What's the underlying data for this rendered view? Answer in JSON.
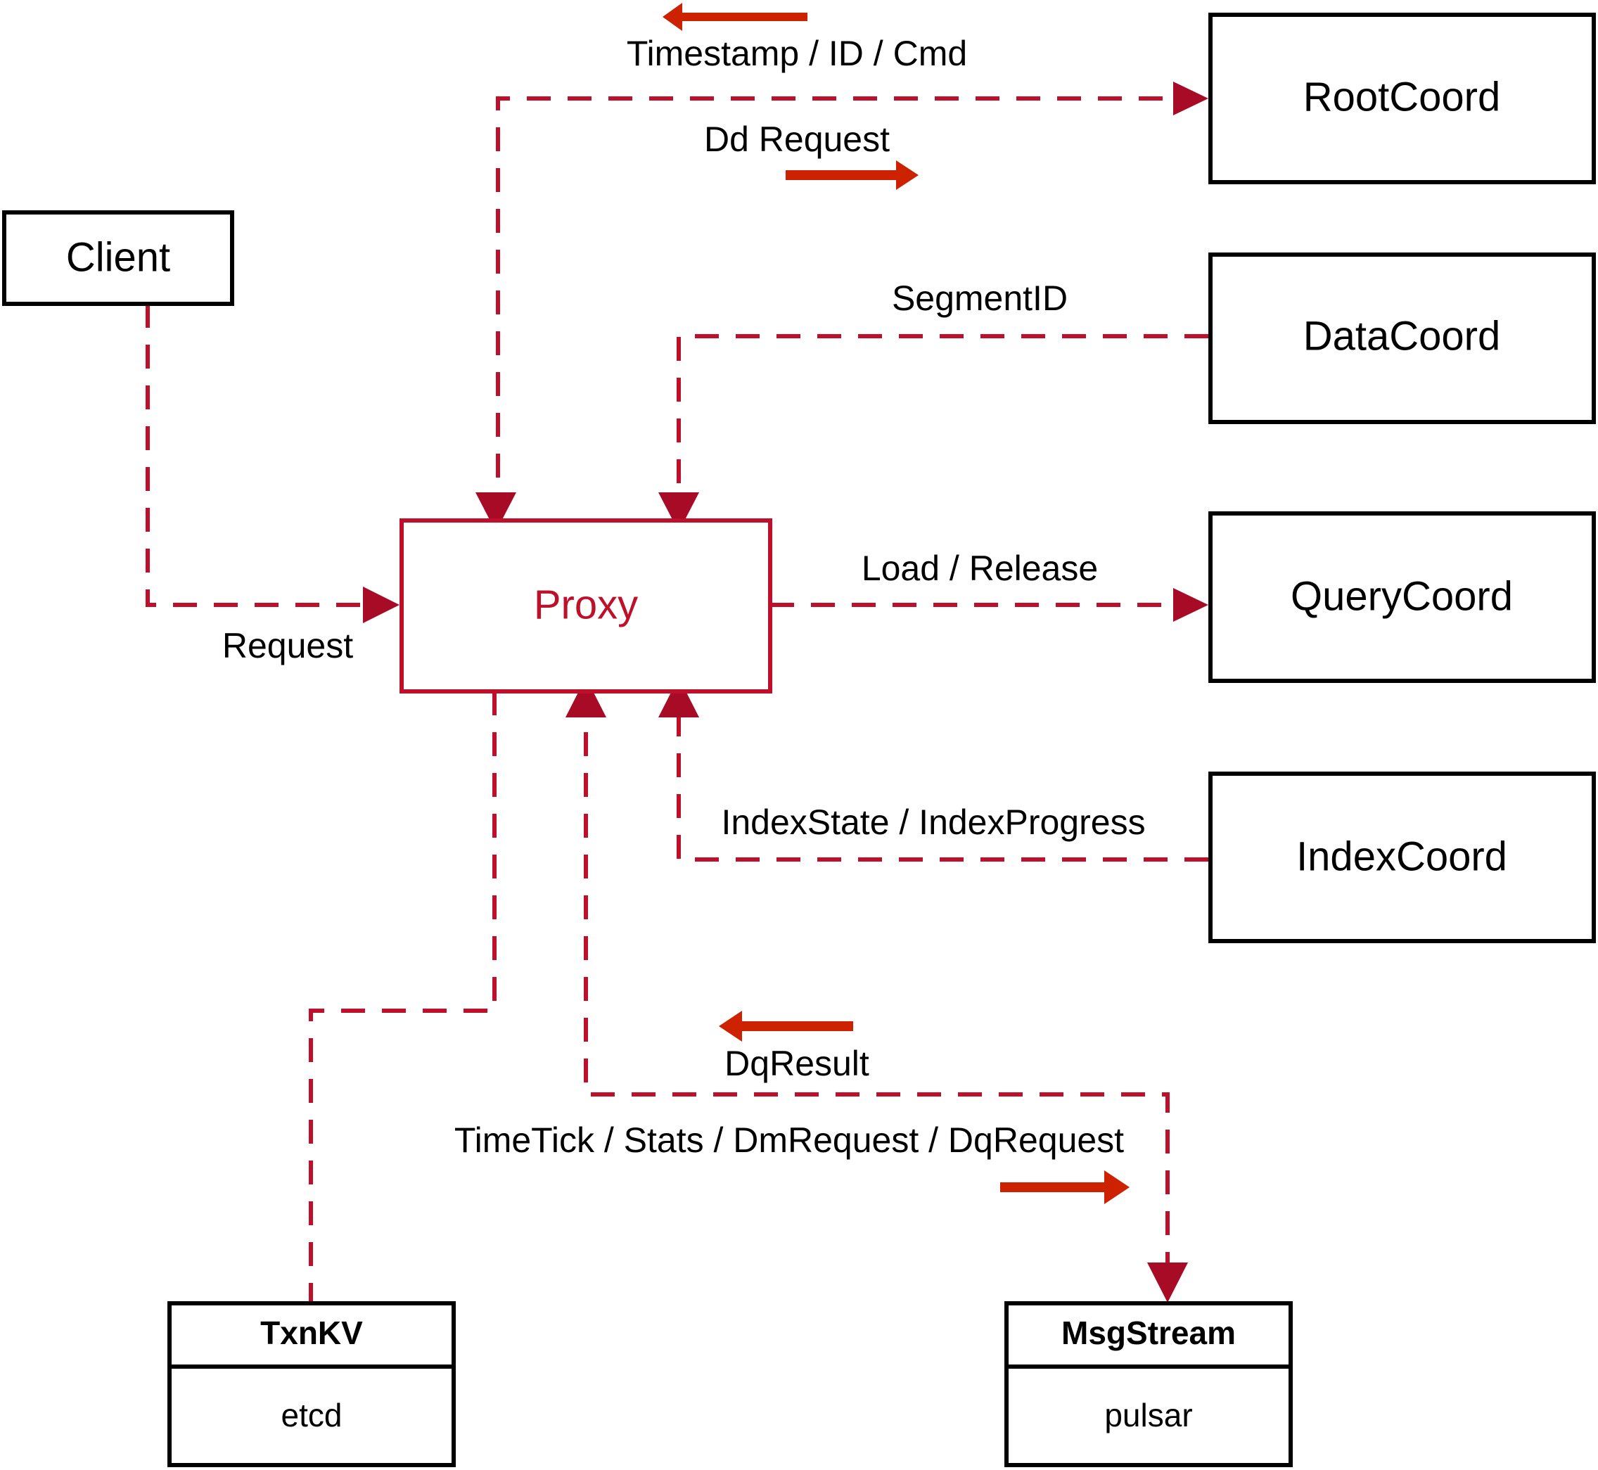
{
  "diagram": {
    "accent_color": "#BE0F2B",
    "flow_glyph_color": "#CC2200",
    "node_color": "#000000",
    "background": "#ffffff",
    "nodes": {
      "client": {
        "label": "Client"
      },
      "proxy": {
        "label": "Proxy"
      },
      "root_coord": {
        "label": "RootCoord"
      },
      "data_coord": {
        "label": "DataCoord"
      },
      "query_coord": {
        "label": "QueryCoord"
      },
      "index_coord": {
        "label": "IndexCoord"
      },
      "txnkv": {
        "title": "TxnKV",
        "impl": "etcd"
      },
      "msgstream": {
        "title": "MsgStream",
        "impl": "pulsar"
      }
    },
    "edge_labels": {
      "timestamp_id_cmd": "Timestamp / ID / Cmd",
      "dd_request": "Dd Request",
      "segment_id": "SegmentID",
      "request": "Request",
      "load_release": "Load / Release",
      "index_state_progress": "IndexState / IndexProgress",
      "dq_result": "DqResult",
      "timetick_stats": "TimeTick / Stats / DmRequest / DqRequest"
    }
  }
}
